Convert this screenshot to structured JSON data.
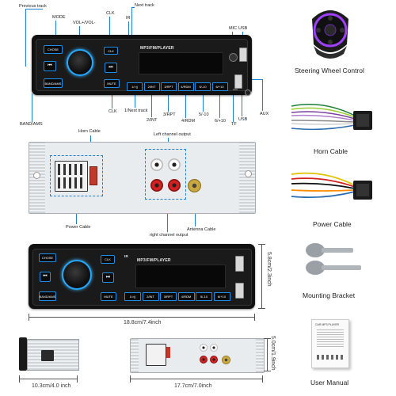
{
  "top_labels": {
    "previous_track": "Previous track",
    "mode": "MODE",
    "vol": "VOL+/VOL-",
    "clk_top": "CLK",
    "ir": "IR",
    "next_track": "Next track",
    "mic": "MIC",
    "usb_top": "USB",
    "aux": "AUX",
    "band_ams": "BAND/AMS",
    "clk_bottom": "CLK",
    "next_track_1": "1/Next track",
    "int": "2/INT",
    "rpt": "3/RPT",
    "rdm": "4/RDM",
    "minus10": "5/-10",
    "plus10": "6/+10",
    "tf": "TF",
    "usb_bottom": "USB"
  },
  "panel": {
    "brand": "MP3/FM/PLAYER",
    "chose_btn": "CHOSE",
    "clk_btn": "CLK",
    "band_btn": "BAND/AMS",
    "mute_btn": "MUTE",
    "ir_text": "IR",
    "presets": [
      "1/>||",
      "2/INT",
      "3/RPT",
      "4/RDM",
      "5/-10",
      "6/+10"
    ]
  },
  "back_labels": {
    "horn_cable": "Horn Cable",
    "left_channel": "Left channel output",
    "power_cable": "Power Cable",
    "right_channel": "right channel output",
    "antenna_cable": "Antenna Cable"
  },
  "accessories": {
    "steering_wheel": "Steering Wheel Control",
    "horn_cable": "Horn Cable",
    "power_cable": "Power Cable",
    "mounting_bracket": "Mounting Bracket",
    "user_manual": "User Manual",
    "manual_title": "CAR MP3 PLAYER"
  },
  "dimensions": {
    "width_front": "18.8cm/7.4inch",
    "height_front": "5.8cm/2.3inch",
    "depth": "10.3cm/4.0 inch",
    "width_back": "17.7cm/7.0inch",
    "height_back": "5.0cm/1.9inch"
  },
  "colors": {
    "accent": "#1f7fd0",
    "glow": "#26a9ff",
    "steering_purple": "#a040ff"
  }
}
